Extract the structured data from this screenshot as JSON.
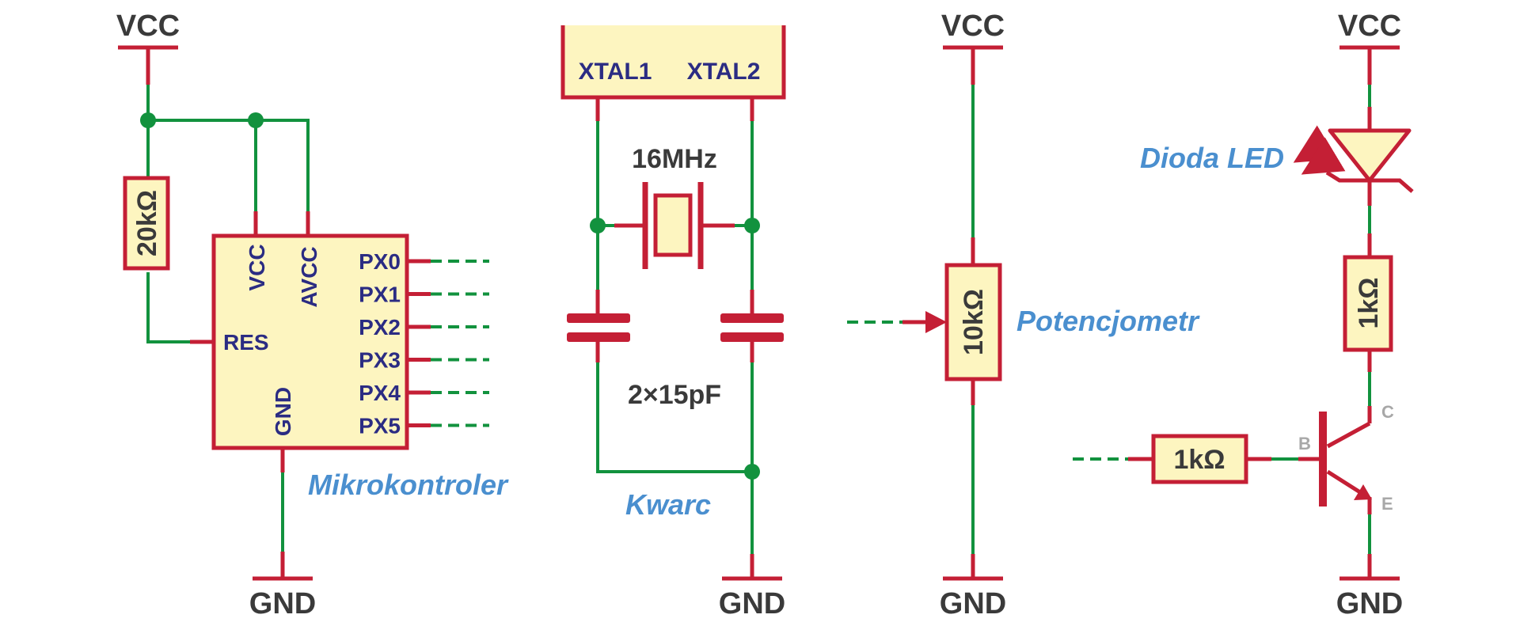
{
  "colors": {
    "wire": "#12923e",
    "component": "#c41f35",
    "component_fill": "#fdf5c0",
    "rail_text": "#3a3a3a",
    "pin_text": "#2b2c83",
    "caption_text": "#4a8fcf",
    "transistor_pin_text": "#a8a8a8"
  },
  "rails": {
    "vcc": "VCC",
    "gnd": "GND"
  },
  "microcontroller": {
    "caption": "Mikrokontroler",
    "pull_up": "20kΩ",
    "pins": {
      "vcc": "VCC",
      "avcc": "AVCC",
      "res": "RES",
      "gnd": "GND",
      "ports": [
        "PX0",
        "PX1",
        "PX2",
        "PX3",
        "PX4",
        "PX5"
      ]
    }
  },
  "crystal": {
    "caption": "Kwarc",
    "xtal1": "XTAL1",
    "xtal2": "XTAL2",
    "frequency": "16MHz",
    "capacitors": "2×15pF"
  },
  "potentiometer": {
    "caption": "Potencjometr",
    "value": "10kΩ"
  },
  "led_driver": {
    "caption": "Dioda LED",
    "series_resistor": "1kΩ",
    "base_resistor": "1kΩ",
    "pins": {
      "b": "B",
      "c": "C",
      "e": "E"
    }
  }
}
